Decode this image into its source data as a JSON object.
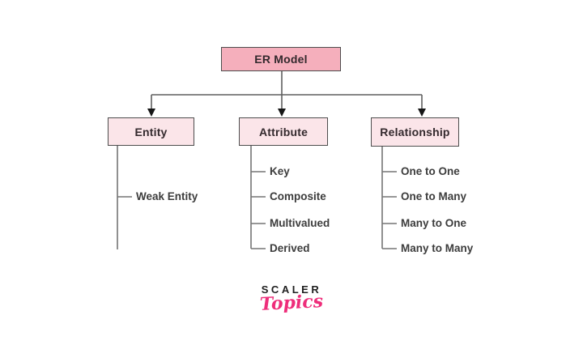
{
  "diagram": {
    "root": {
      "label": "ER Model"
    },
    "children": [
      {
        "label": "Entity",
        "items": [
          "Weak Entity"
        ]
      },
      {
        "label": "Attribute",
        "items": [
          "Key",
          "Composite",
          "Multivalued",
          "Derived"
        ]
      },
      {
        "label": "Relationship",
        "items": [
          "One to One",
          "One to Many",
          "Many to One",
          "Many to Many"
        ]
      }
    ]
  },
  "logo": {
    "brand": "SCALER",
    "subbrand": "Topics"
  },
  "colors": {
    "root_fill": "#f5afbc",
    "child_fill": "#fbe5e9",
    "box_border": "#4d4d4d",
    "conn": "#5f5f5f",
    "line": "#757575",
    "arrow": "#161616",
    "box_text": "#33292d",
    "leaf_text": "#3c3c3c",
    "logo_pink": "#ee2d7a",
    "logo_black": "#1f1f1f"
  }
}
